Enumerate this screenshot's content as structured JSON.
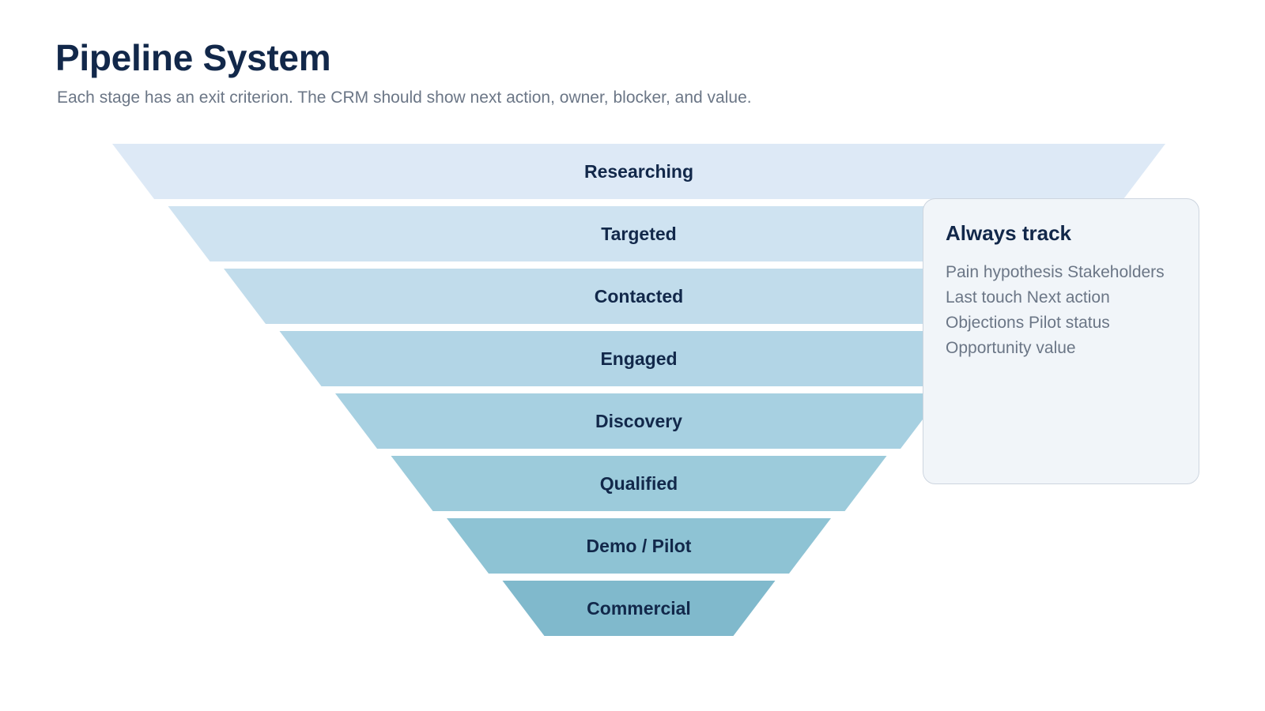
{
  "page": {
    "title": "Pipeline System",
    "subtitle": "Each stage has an exit criterion. The CRM should show next action, owner, blocker, and value."
  },
  "funnel": {
    "stages": [
      {
        "label": "Researching",
        "color": "#dde9f6"
      },
      {
        "label": "Targeted",
        "color": "#cfe3f1"
      },
      {
        "label": "Contacted",
        "color": "#c1dceb"
      },
      {
        "label": "Engaged",
        "color": "#b2d5e6"
      },
      {
        "label": "Discovery",
        "color": "#a7d0e1"
      },
      {
        "label": "Qualified",
        "color": "#9ccbdb"
      },
      {
        "label": "Demo / Pilot",
        "color": "#8ec3d4"
      },
      {
        "label": "Commercial",
        "color": "#80b9cc"
      }
    ]
  },
  "track_card": {
    "title": "Always track",
    "body": "Pain hypothesis Stakeholders Last touch Next action Objections Pilot status Opportunity value"
  },
  "colors": {
    "title": "#12284a",
    "muted_text": "#6b7686",
    "card_background": "#f1f5f9",
    "card_border": "#cdd5df"
  }
}
